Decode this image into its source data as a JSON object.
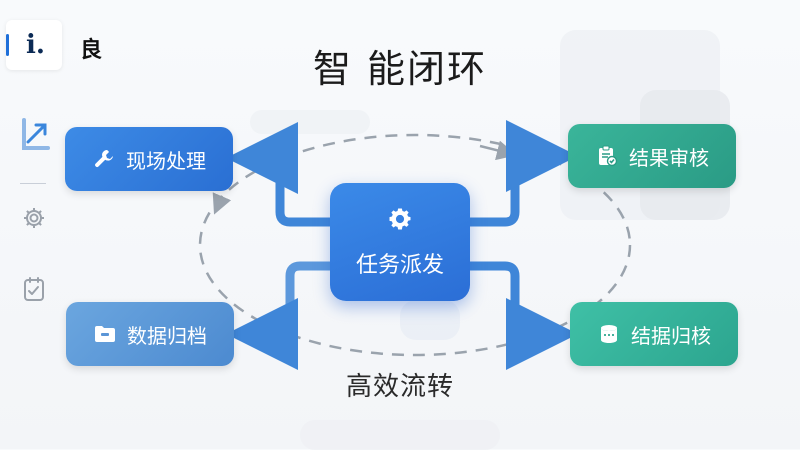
{
  "brand": {
    "mark": "i.",
    "char": "良"
  },
  "sidebar": {
    "icons": [
      "chart-arrow-icon",
      "gear-icon",
      "checklist-icon"
    ]
  },
  "title": "智 能闭环",
  "subtitle": "高效流转",
  "center": {
    "label": "任务派发",
    "icon": "gear-icon"
  },
  "nodes": {
    "top_left": {
      "label": "现场处理",
      "icon": "wrench-icon"
    },
    "bottom_left": {
      "label": "数据归档",
      "icon": "folder-icon"
    },
    "top_right": {
      "label": "结果审核",
      "icon": "clipboard-check-icon"
    },
    "bottom_right": {
      "label": "结据归核",
      "icon": "database-icon"
    }
  },
  "colors": {
    "blue": "#2a6fd3",
    "light_blue": "#4c8ad0",
    "teal": "#2a9b85",
    "connector": "#3f86d8",
    "dashed_loop": "#9aa3ad"
  }
}
